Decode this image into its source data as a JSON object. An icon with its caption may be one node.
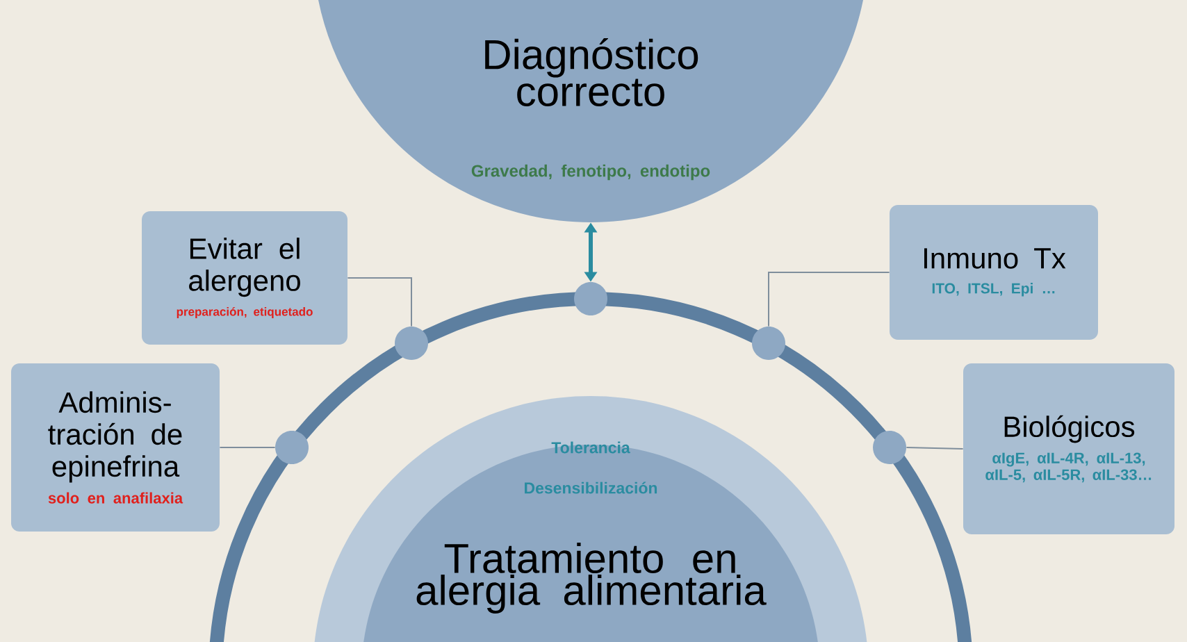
{
  "diagram": {
    "nodes": [
      {
        "text": [
          "Diagnóstico correcto",
          "Gravedad, fenotipo, endotipo"
        ]
      },
      {
        "text": [
          "Evitar el alergeno",
          "preparación, etiquetado"
        ]
      },
      {
        "text": [
          "Inmuno Tx",
          "ITO, ITSL, Epi …"
        ]
      },
      {
        "text": [
          "Adminis-tración de epinefrina",
          "solo en anafilaxia"
        ]
      },
      {
        "text": [
          "Biológicos",
          "αIgE, αIL-4R, αIL-13, αIL-5, αIL-5R, αIL-33…"
        ]
      },
      {
        "text": [
          "Tolerancia",
          "Desensibilización",
          "Tratamiento en alergia alimentaria"
        ]
      },
      {
        "text": [],
        "shape": "circle"
      },
      {
        "text": [],
        "shape": "circle"
      },
      {
        "text": [],
        "shape": "circle"
      },
      {
        "text": [],
        "shape": "circle"
      },
      {
        "text": [],
        "shape": "circle"
      }
    ],
    "edges": [
      {
        "from": 0,
        "to": 8,
        "arrow": "both",
        "style": "thick",
        "color": "#2a8ca0"
      },
      {
        "from": 1,
        "to": 7,
        "arrow": "none"
      },
      {
        "from": 2,
        "to": 9,
        "arrow": "none"
      },
      {
        "from": 3,
        "to": 6,
        "arrow": "none"
      },
      {
        "from": 4,
        "to": 10,
        "arrow": "none"
      }
    ]
  }
}
